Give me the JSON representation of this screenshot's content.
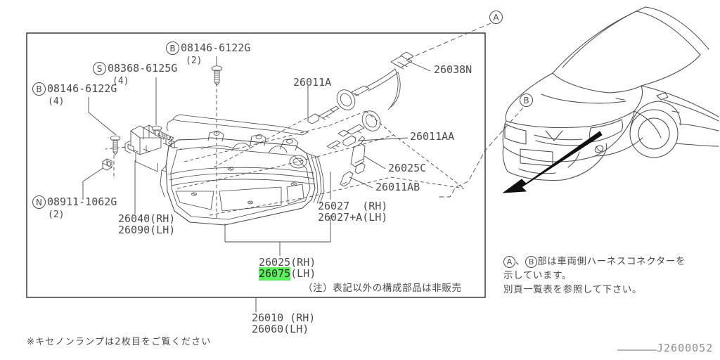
{
  "document": {
    "type": "automotive-parts-exploded-diagram",
    "drawing_number": "J2600052",
    "subject": "Headlamp assembly (RH/LH)"
  },
  "callouts": {
    "fastener_top_right": {
      "symbol": "B",
      "part": "08146-6122G",
      "qty": "(2)"
    },
    "fastener_mid": {
      "symbol": "S",
      "part": "08368-6125G",
      "qty": "(4)"
    },
    "fastener_left": {
      "symbol": "B",
      "part": "08146-6122G",
      "qty": "(4)"
    },
    "fastener_nut": {
      "symbol": "N",
      "part": "08911-1062G",
      "qty": "(2)"
    }
  },
  "parts": {
    "bracket": {
      "rh": "26040(RH)",
      "lh": "26090(LH)"
    },
    "bulb_a": "26011A",
    "connector": "26038N",
    "bulb_aa": "26011AA",
    "socket_c": "26025C",
    "bulb_ab": "26011AB",
    "lens": {
      "rh": "26027  (RH)",
      "lh": "26027+A(LH)"
    },
    "lamp_unit": {
      "rh": "26025(RH)",
      "lh_code": "26075",
      "lh_suffix": "(LH)"
    },
    "assembly": {
      "rh": "26010 (RH)",
      "lh": "26060(LH)"
    }
  },
  "notes": {
    "box_note": "（注）表記以外の構成部品は非販売",
    "connector_note_line1": "部は車両側ハーネスコネクターを",
    "connector_note_line2": "示しています。",
    "connector_note_line3": "別頁一覧表を参照して下さい。",
    "connector_note_sym_a": "A",
    "connector_note_sym_b": "B",
    "connector_note_sep": "、",
    "xenon_note": "※キセノンランプは2枚目をご覧ください"
  },
  "vehicle_markers": {
    "marker_a": "A",
    "marker_b": "B"
  },
  "colors": {
    "line": "#4a4a4a",
    "highlight": "#5cf05c",
    "text": "#4a4a4a",
    "watermark": "#8d8d8d",
    "arrow": "#111111"
  }
}
